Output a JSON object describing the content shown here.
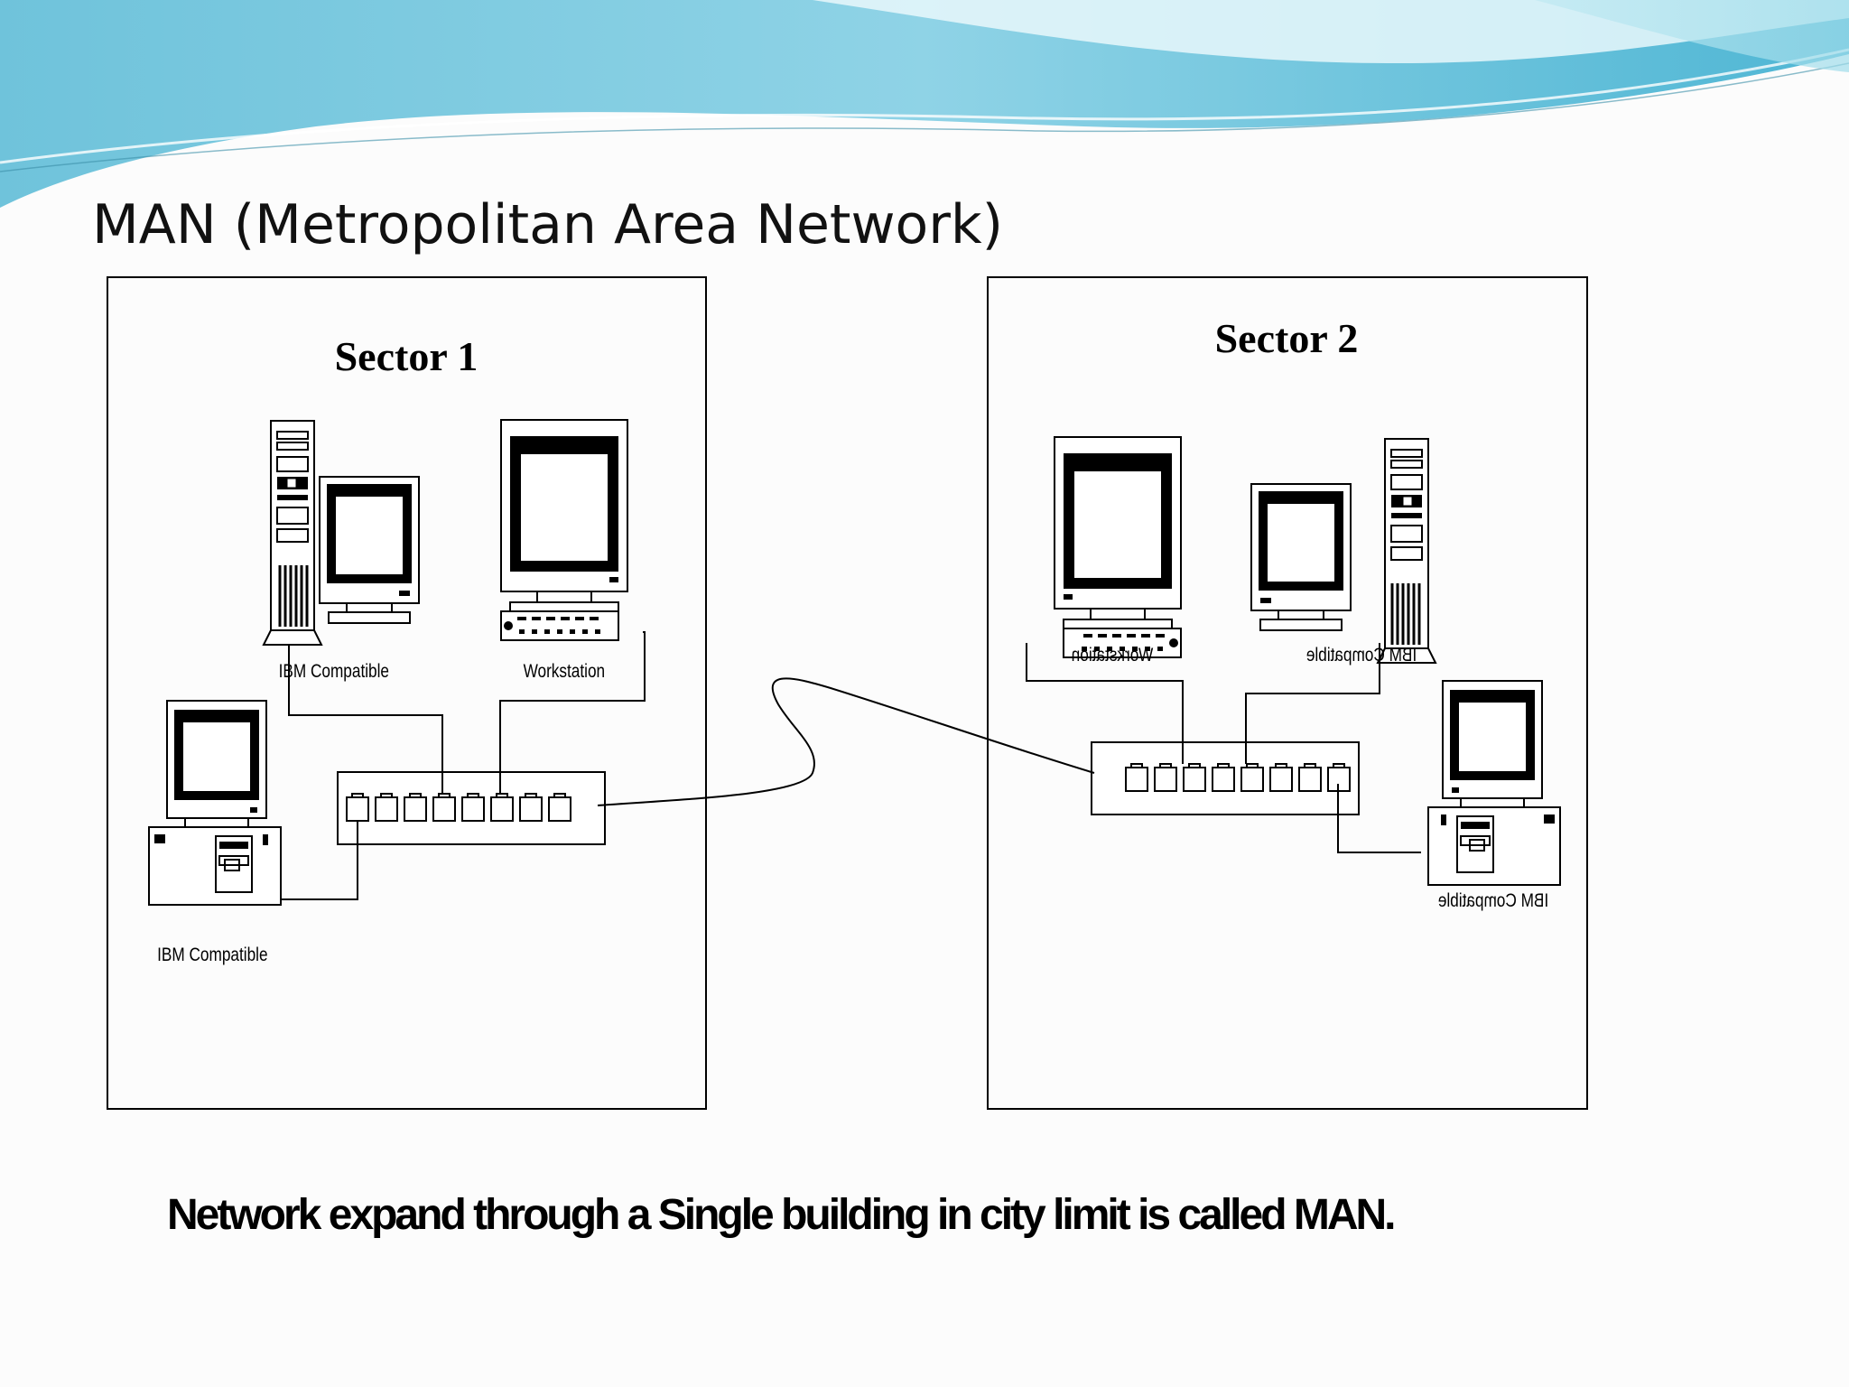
{
  "slide": {
    "title": "MAN (Metropolitan Area Network)",
    "caption": "Network expand through a Single building in city limit is called MAN."
  },
  "sectors": [
    {
      "title": "Sector 1",
      "devices": [
        {
          "label": "IBM Compatible"
        },
        {
          "label": "Workstation"
        },
        {
          "label": "IBM Compatible"
        }
      ]
    },
    {
      "title": "Sector 2",
      "devices": [
        {
          "label": "Workstation"
        },
        {
          "label": "IBM Compatible"
        },
        {
          "label": "IBM Compatible"
        }
      ]
    }
  ],
  "colors": {
    "banner_dark": "#5bb8d6",
    "banner_light": "#a8e3ee",
    "line": "#000000"
  }
}
